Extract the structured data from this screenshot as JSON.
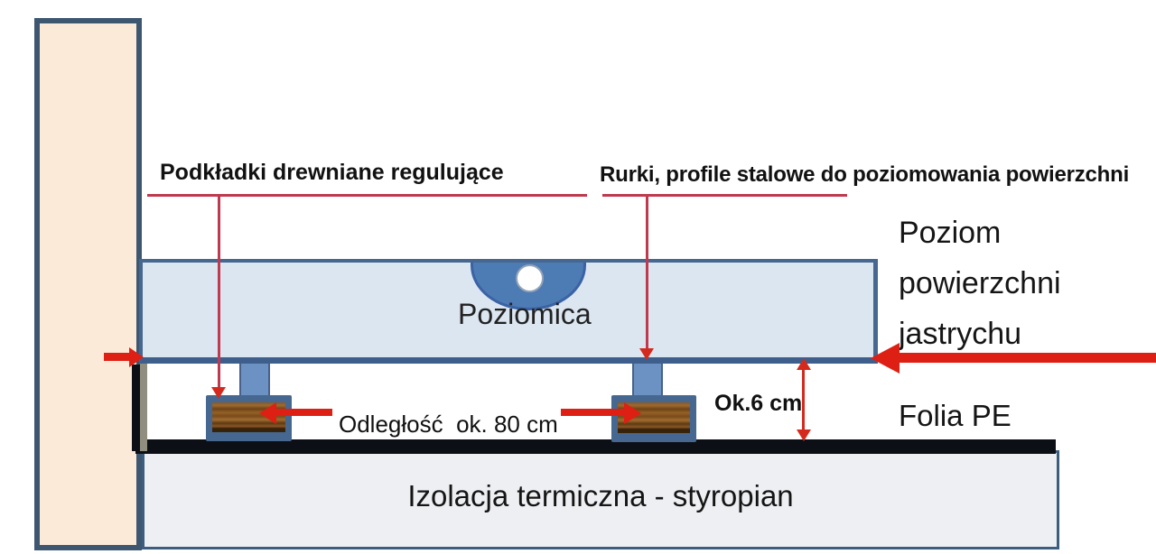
{
  "diagram": {
    "title_domain": "floor screed leveling cross-section",
    "labels": {
      "pads": "Podkładki drewniane regulujące",
      "pipes": "Rurki, profile stalowe do poziomowania powierzchni",
      "level": "Poziomica",
      "screed_line1": "Poziom",
      "screed_line2": "powierzchni",
      "screed_line3": "jastrychu",
      "distance": "Odległość  ok. 80 cm",
      "height": "Ok.6 cm",
      "foil": "Folia PE",
      "insulation": "Izolacja termiczna -  styropian"
    },
    "colors": {
      "wall_fill": "#fcead9",
      "outline_blue": "#3d5771",
      "slab_fill": "#dce6f1",
      "slab_border": "#46678f",
      "vial_blue": "#4d7bb4",
      "pipe_fill": "#6b92c2",
      "pad_frame": "#46678f",
      "wood_brown": "#8a5726",
      "foil_black": "#0c1016",
      "insulation_fill": "#edeff2",
      "callout_red": "#bf3a4e",
      "arrow_red": "#dd2013"
    }
  }
}
